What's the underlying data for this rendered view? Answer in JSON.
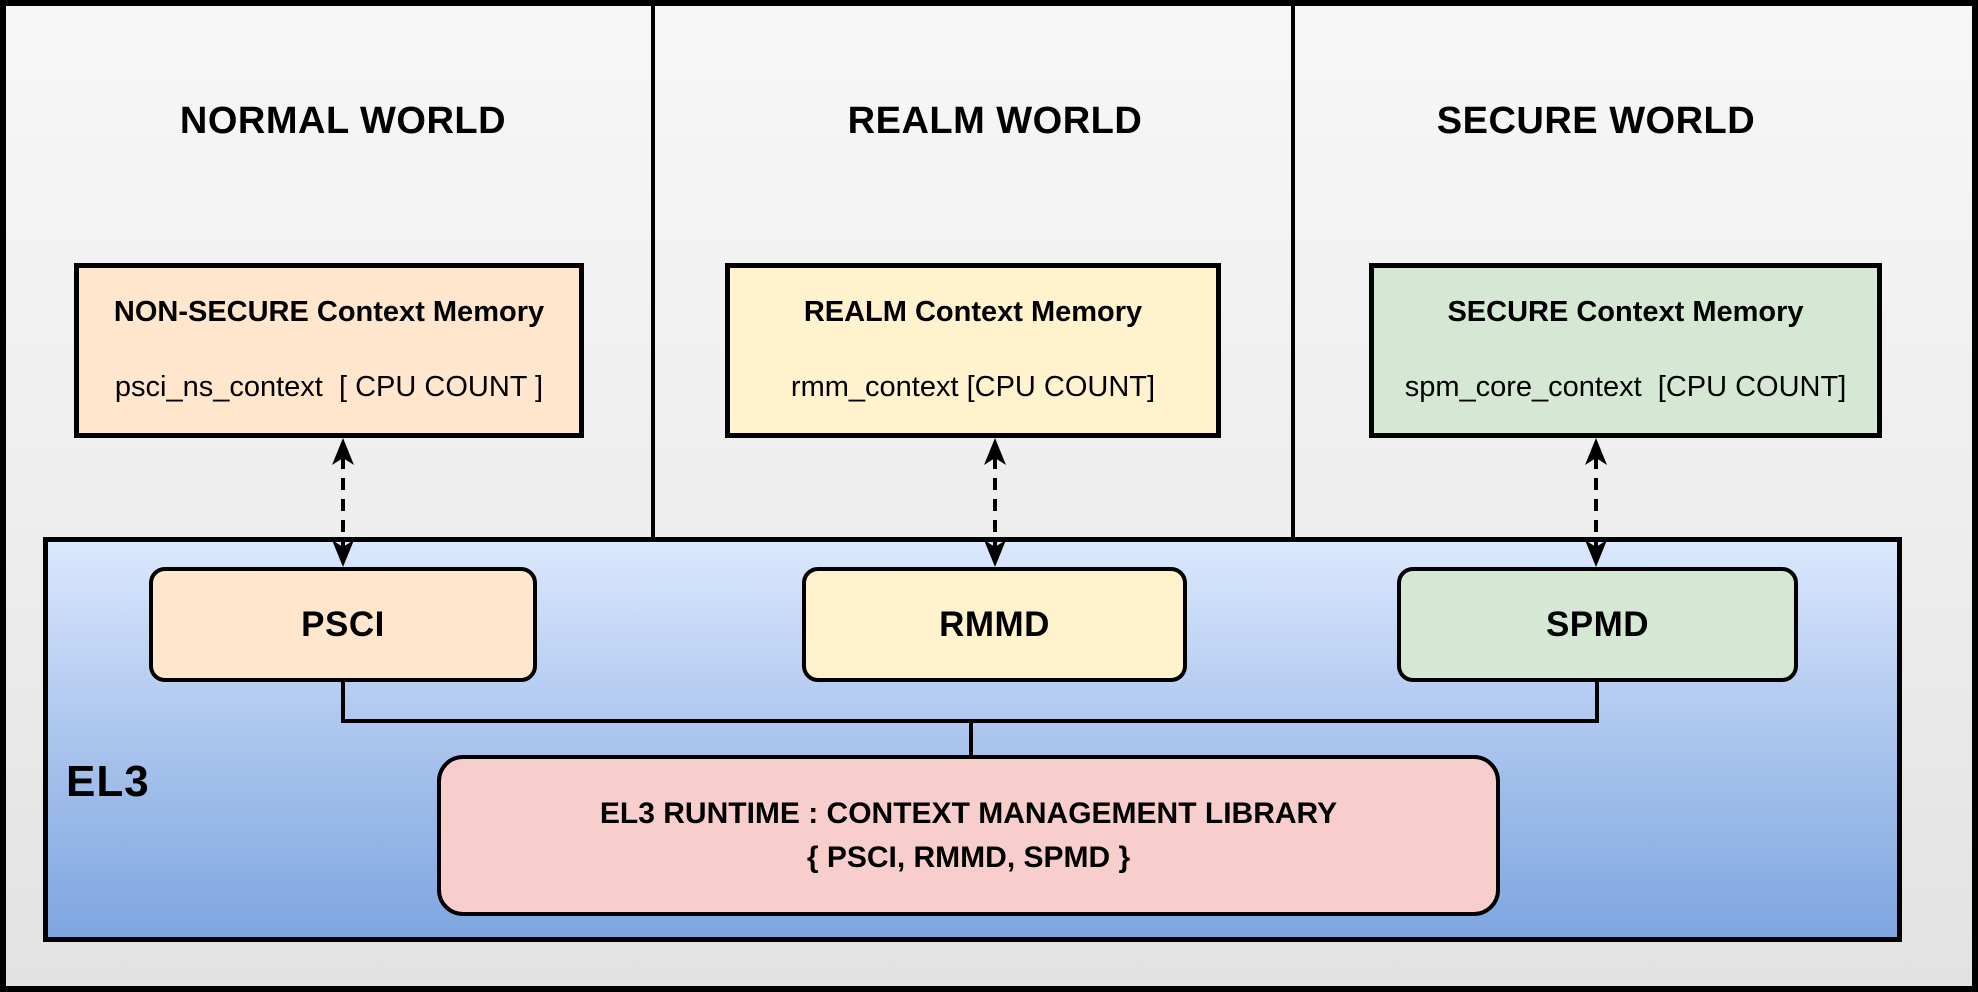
{
  "diagram": {
    "worlds": [
      {
        "title": "NORMAL WORLD",
        "memory_title": "NON-SECURE Context Memory",
        "memory_subtitle": "psci_ns_context  [ CPU COUNT ]",
        "module": "PSCI",
        "fill": "#ffe6cc"
      },
      {
        "title": "REALM WORLD",
        "memory_title": "REALM Context Memory",
        "memory_subtitle": "rmm_context [CPU COUNT]",
        "module": "RMMD",
        "fill": "#fff2cc"
      },
      {
        "title": "SECURE WORLD",
        "memory_title": "SECURE Context Memory",
        "memory_subtitle": "spm_core_context  [CPU COUNT]",
        "module": "SPMD",
        "fill": "#d5e8d4"
      }
    ],
    "el3": {
      "label": "EL3",
      "runtime_line1": "EL3 RUNTIME : CONTEXT MANAGEMENT LIBRARY",
      "runtime_line2": "{ PSCI, RMMD, SPMD }"
    },
    "colors": {
      "normal_fill": "#ffe6cc",
      "realm_fill": "#fff2cc",
      "secure_fill": "#d5e8d4",
      "runtime_fill": "#f8cecc",
      "el3_gradient_top": "#dae8fc",
      "el3_gradient_bottom": "#7ea6e0",
      "panel_bg_top": "#f7f7f7",
      "panel_bg_bottom": "#e2e2e2",
      "stroke": "#000000"
    }
  }
}
